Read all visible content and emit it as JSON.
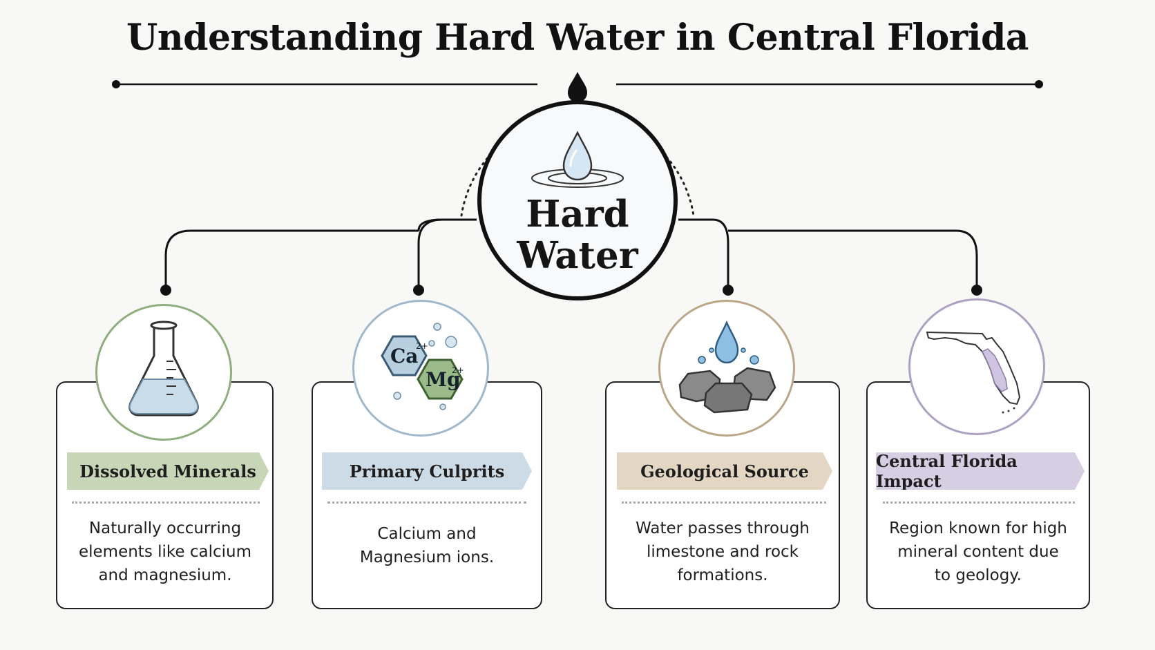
{
  "title": "Understanding Hard Water in Central Florida",
  "center": {
    "line1": "Hard",
    "line2": "Water"
  },
  "colors": {
    "green": "#7d9e6c",
    "green_fill": "#c7d6b7",
    "blue": "#8da8bd",
    "blue_fill": "#cddbe6",
    "tan": "#a99676",
    "tan_fill": "#e3d7c3",
    "purple": "#a89bbb",
    "purple_fill": "#d6cfe3"
  },
  "cards": [
    {
      "heading": "Dissolved Minerals",
      "lines": [
        "Naturally occurring",
        "elements like calcium",
        "and magnesium."
      ],
      "icon": "flask-icon"
    },
    {
      "heading": "Primary Culprits",
      "lines": [
        "Calcium and",
        "Magnesium ions."
      ],
      "icon": "ions-icon",
      "ions": [
        {
          "symbol": "Ca",
          "charge": "2+"
        },
        {
          "symbol": "Mg",
          "charge": "2+"
        }
      ]
    },
    {
      "heading": "Geological Source",
      "lines": [
        "Water passes through",
        "limestone and rock",
        "formations."
      ],
      "icon": "rocks-water-icon"
    },
    {
      "heading": "Central Florida Impact",
      "lines": [
        "Region known for high",
        "mineral content due",
        "to geology."
      ],
      "icon": "florida-map-icon"
    }
  ]
}
